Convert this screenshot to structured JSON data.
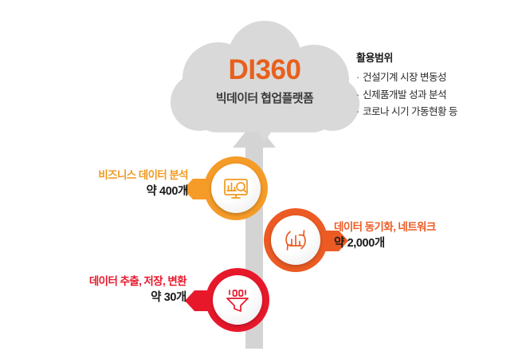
{
  "cloud": {
    "brand": "DI360",
    "subtitle": "빅데이터 협업플랫폼",
    "brand_color": "#E8601C",
    "fill_color": "#D9D9D9"
  },
  "note": {
    "title": "활용범위",
    "items": [
      "건설기계 시장 변동성",
      "신제품개발 성과 분석",
      "코로나 시기 가동현황 등"
    ],
    "bullet": "·"
  },
  "arrow": {
    "name": "upward-flow-arrow",
    "color": "#D4D4D4"
  },
  "nodes": [
    {
      "id": "business-data-analysis",
      "title": "비즈니스 데이터 분석",
      "count": "약 400개",
      "color": "#F59B28",
      "icon": "monitor-bar-chart-magnifier-icon",
      "side": "left"
    },
    {
      "id": "data-sync-network",
      "title": "데이터 동기화, 네트워크",
      "count": "약 2,000개",
      "color": "#EC5B24",
      "icon": "bar-chart-sync-arrows-icon",
      "side": "right"
    },
    {
      "id": "data-extract-store-transform",
      "title": "데이터 추출, 저장, 변환",
      "count": "약 30개",
      "color": "#E8182B",
      "icon": "funnel-binary-digits-icon",
      "side": "left"
    }
  ]
}
